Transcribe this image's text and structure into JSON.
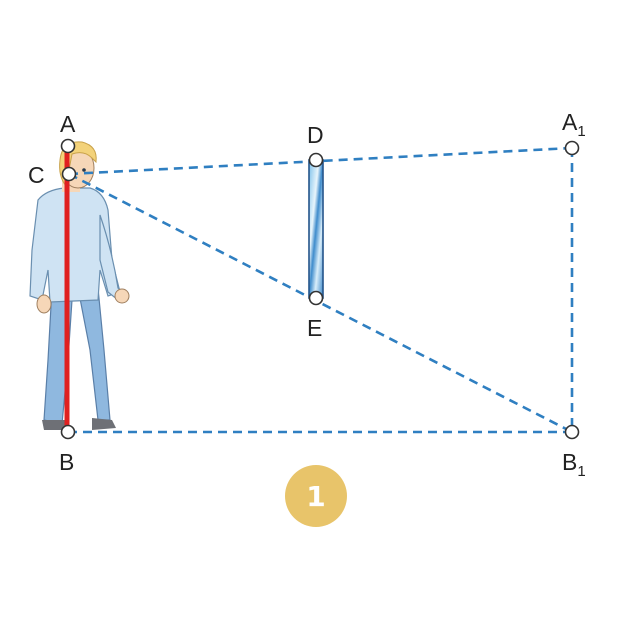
{
  "diagram": {
    "points": {
      "A": "A",
      "B": "B",
      "C": "C",
      "D": "D",
      "E": "E",
      "A1_main": "A",
      "A1_sub": "1",
      "B1_main": "B",
      "B1_sub": "1"
    },
    "badge": "1",
    "colors": {
      "dashed_line": "#2f7fc1",
      "height_line": "#e02020",
      "mirror": "#5aa6d8",
      "badge": "#e8c46a",
      "shirt": "#cfe3f3",
      "jeans": "#8fb8df",
      "hair": "#f3d27a"
    },
    "icons": [
      "person-figure",
      "mirror"
    ]
  }
}
